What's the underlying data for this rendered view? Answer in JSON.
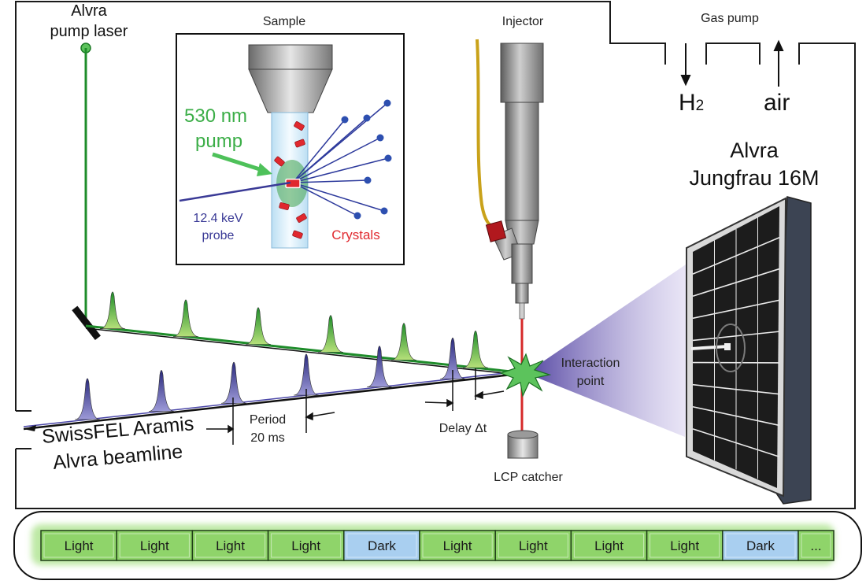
{
  "labels": {
    "pump_laser_line1": "Alvra",
    "pump_laser_line2": "pump laser",
    "sample_title": "Sample",
    "injector": "Injector",
    "gas_pump": "Gas pump",
    "h2": "H",
    "h2_sub": "2",
    "air": "air",
    "pump_530_line1": "530 nm",
    "pump_530_line2": "pump",
    "probe_line1": "12.4 keV",
    "probe_line2": "probe",
    "crystals": "Crystals",
    "detector_line1": "Alvra",
    "detector_line2": "Jungfrau 16M",
    "interaction_line1": "Interaction",
    "interaction_line2": "point",
    "period_line1": "Period",
    "period_line2": "20 ms",
    "delay": "Delay Δt",
    "lcp_catcher": "LCP catcher",
    "beamline_line1": "SwissFEL Aramis",
    "beamline_line2": "Alvra beamline"
  },
  "sequence": [
    {
      "label": "Light",
      "kind": "light"
    },
    {
      "label": "Light",
      "kind": "light"
    },
    {
      "label": "Light",
      "kind": "light"
    },
    {
      "label": "Light",
      "kind": "light"
    },
    {
      "label": "Dark",
      "kind": "dark"
    },
    {
      "label": "Light",
      "kind": "light"
    },
    {
      "label": "Light",
      "kind": "light"
    },
    {
      "label": "Light",
      "kind": "light"
    },
    {
      "label": "Light",
      "kind": "light"
    },
    {
      "label": "Dark",
      "kind": "dark"
    },
    {
      "label": "...",
      "kind": "light"
    }
  ],
  "colors": {
    "pump_green": "#2f9e3a",
    "probe_blue": "#3a3a96",
    "light_cell": "#8fd46a",
    "dark_cell": "#a9cff0",
    "crystal_red": "#e0282e",
    "fan_violet": "#7a6ab8"
  }
}
